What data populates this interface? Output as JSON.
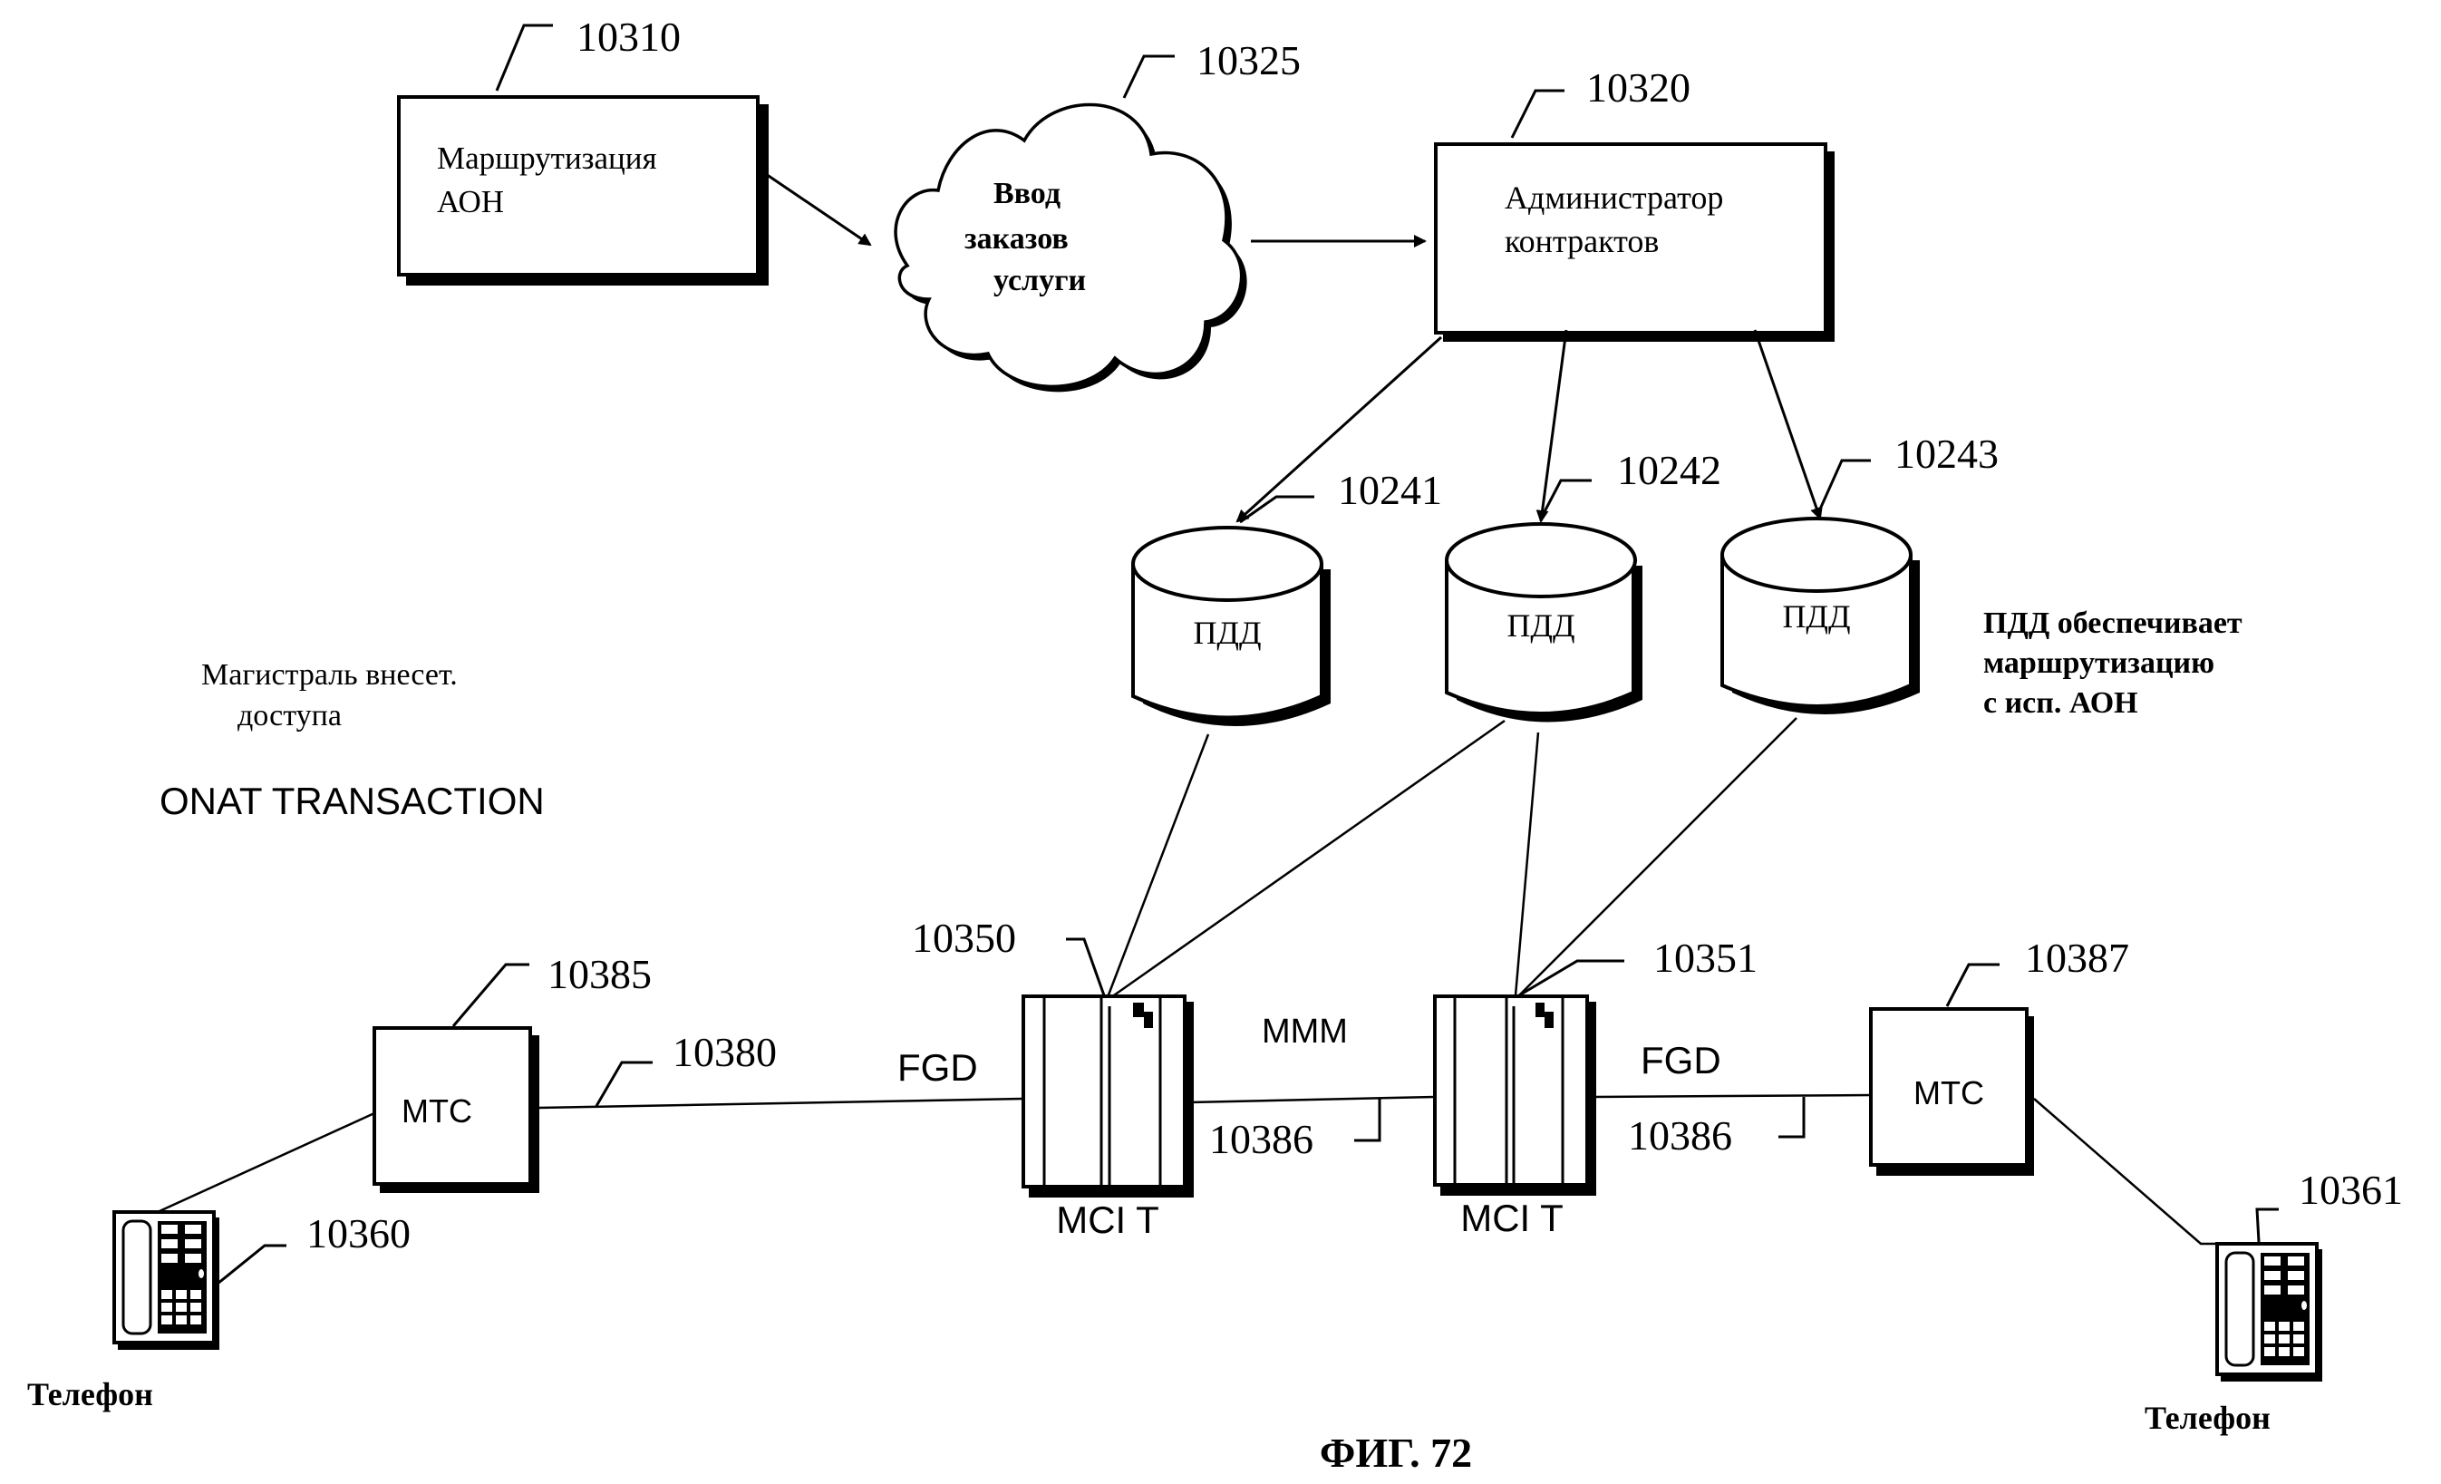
{
  "figure": {
    "caption": "ФИГ. 72",
    "notes": {
      "trunk_label_line1": "Магистраль внесет.",
      "trunk_label_line2": "доступа",
      "transaction_label": "ONAT TRANSACTION",
      "sdp_note_line1": "ПДД обеспечивает",
      "sdp_note_line2": "маршрутизацию",
      "sdp_note_line3": "с исп. АОН"
    },
    "nodes": {
      "ani_routing": {
        "ref": "10310",
        "line1": "Маршрутизация",
        "line2": "АОН"
      },
      "order_entry": {
        "ref": "10325",
        "line1": "Ввод",
        "line2": "заказов",
        "line3": "услуги"
      },
      "contract_admin": {
        "ref": "10320",
        "line1": "Администратор",
        "line2": "контрактов"
      },
      "sdp1": {
        "ref": "10241",
        "label": "ПДД"
      },
      "sdp2": {
        "ref": "10242",
        "label": "ПДД"
      },
      "sdp3": {
        "ref": "10243",
        "label": "ПДД"
      },
      "switch1": {
        "ref": "10350",
        "label": "MCI T"
      },
      "switch2": {
        "ref": "10351",
        "label": "MCI T"
      },
      "lec_left": {
        "ref": "10385",
        "label": "МТС"
      },
      "lec_right": {
        "ref": "10387",
        "label": "МТС"
      },
      "phone_left": {
        "ref": "10360",
        "label": "Телефон"
      },
      "phone_right": {
        "ref": "10361",
        "label": "Телефон"
      }
    },
    "links": {
      "trunk_left": {
        "ref": "10380",
        "label": "FGD"
      },
      "inter_switch": {
        "ref": "10386",
        "label": "MMM"
      },
      "trunk_right": {
        "ref": "10386",
        "label": "FGD"
      }
    }
  }
}
